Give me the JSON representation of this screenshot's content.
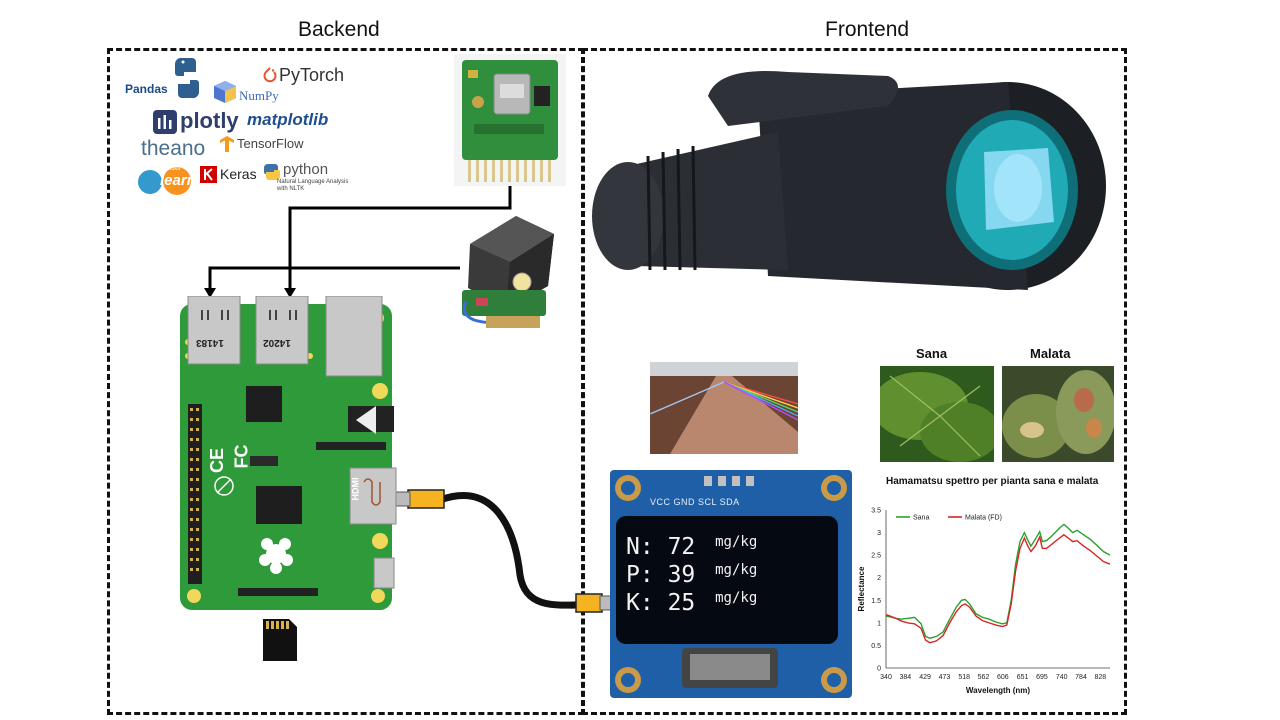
{
  "sections": {
    "backend": "Backend",
    "frontend": "Frontend"
  },
  "libraries": {
    "pandas": "Pandas",
    "pytorch": "PyTorch",
    "numpy": "NumPy",
    "plotly": "plotly",
    "matplotlib": "matplotlib",
    "theano": "theano",
    "tensorflow": "TensorFlow",
    "scikit_small": "scikit",
    "learn": "learn",
    "keras": "Keras",
    "python": "python",
    "nltk_line1": "Natural Language Analysis",
    "nltk_line2": "with NLTK"
  },
  "board": {
    "usb_left": "14183",
    "usb_right": "14202",
    "hdmi": "HDMI",
    "ce": "CE",
    "fc": "FC"
  },
  "oled": {
    "pins": "VCC GND SCL SDA",
    "rows": [
      {
        "label": "N:",
        "value": "72",
        "unit": "mg/kg"
      },
      {
        "label": "P:",
        "value": "39",
        "unit": "mg/kg"
      },
      {
        "label": "K:",
        "value": "25",
        "unit": "mg/kg"
      }
    ]
  },
  "leaves": {
    "healthy": "Sana",
    "diseased": "Malata"
  },
  "colors": {
    "sana": "#2ca02c",
    "malata": "#d62728",
    "board_green": "#2f9a3a"
  },
  "chart_data": {
    "type": "line",
    "title": "Hamamatsu spettro per pianta sana e malata",
    "xlabel": "Wavelength (nm)",
    "ylabel": "Reflectance",
    "xlim": [
      340,
      850
    ],
    "ylim": [
      0,
      3.5
    ],
    "xticks": [
      340,
      384,
      429,
      473,
      518,
      562,
      606,
      651,
      695,
      740,
      784,
      828
    ],
    "yticks": [
      0,
      0.5,
      1,
      1.5,
      2,
      2.5,
      3,
      3.5
    ],
    "legend": "top-left",
    "x": [
      340,
      350,
      362,
      375,
      390,
      405,
      420,
      430,
      440,
      455,
      470,
      485,
      500,
      512,
      520,
      530,
      545,
      560,
      575,
      590,
      605,
      615,
      625,
      635,
      645,
      655,
      662,
      670,
      680,
      690,
      696,
      705,
      715,
      725,
      735,
      745,
      755,
      765,
      775,
      790,
      805,
      820,
      835,
      850
    ],
    "series": [
      {
        "name": "Sana",
        "color": "#2ca02c",
        "values": [
          1.15,
          1.13,
          1.1,
          1.08,
          1.1,
          1.12,
          0.98,
          0.7,
          0.66,
          0.7,
          0.8,
          1.08,
          1.35,
          1.5,
          1.52,
          1.42,
          1.2,
          1.12,
          1.08,
          1.02,
          0.98,
          1.0,
          1.5,
          2.3,
          2.8,
          3.0,
          2.85,
          2.7,
          2.85,
          3.02,
          2.8,
          2.82,
          2.9,
          3.0,
          3.1,
          3.18,
          3.1,
          3.0,
          3.05,
          2.95,
          2.85,
          2.72,
          2.58,
          2.5
        ]
      },
      {
        "name": "Malata (FD)",
        "color": "#d62728",
        "values": [
          1.18,
          1.15,
          1.1,
          1.04,
          1.0,
          0.98,
          0.88,
          0.62,
          0.56,
          0.6,
          0.72,
          1.0,
          1.25,
          1.38,
          1.42,
          1.35,
          1.15,
          1.05,
          1.0,
          0.95,
          0.92,
          0.95,
          1.42,
          2.15,
          2.65,
          2.88,
          2.72,
          2.58,
          2.7,
          2.9,
          2.65,
          2.65,
          2.72,
          2.8,
          2.88,
          2.95,
          2.88,
          2.8,
          2.82,
          2.7,
          2.6,
          2.48,
          2.36,
          2.3
        ]
      }
    ]
  }
}
